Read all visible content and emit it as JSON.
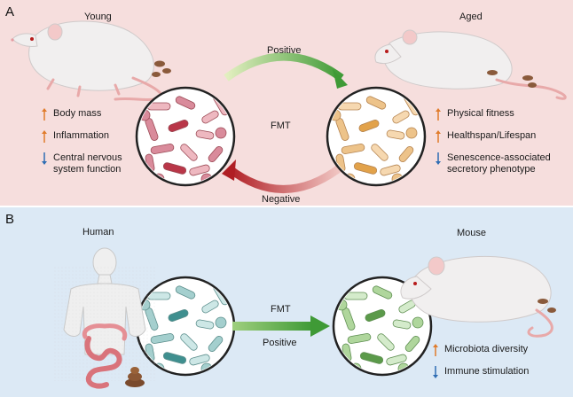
{
  "panel_a": {
    "letter": "A",
    "young_label": "Young",
    "aged_label": "Aged",
    "fmt_label": "FMT",
    "positive_label": "Positive",
    "negative_label": "Negative",
    "young_effects": [
      {
        "direction": "up",
        "lines": [
          "Body mass"
        ]
      },
      {
        "direction": "up",
        "lines": [
          "Inflammation"
        ]
      },
      {
        "direction": "down",
        "lines": [
          "Central nervous",
          "system function"
        ]
      }
    ],
    "aged_effects": [
      {
        "direction": "up",
        "lines": [
          "Physical fitness"
        ]
      },
      {
        "direction": "up",
        "lines": [
          "Healthspan/Lifespan"
        ]
      },
      {
        "direction": "down",
        "lines": [
          "Senescence-associated",
          "secretory phenotype"
        ]
      }
    ]
  },
  "panel_b": {
    "letter": "B",
    "human_label": "Human",
    "mouse_label": "Mouse",
    "fmt_label": "FMT",
    "positive_label": "Positive",
    "mouse_effects": [
      {
        "direction": "up",
        "lines": [
          "Microbiota diversity"
        ]
      },
      {
        "direction": "down",
        "lines": [
          "Immune stimulation"
        ]
      }
    ]
  },
  "colors": {
    "panel_a_bg": "#f6dedd",
    "panel_b_bg": "#dce9f5",
    "positive_arrow": "#5aa83c",
    "negative_arrow": "#b8262b",
    "up_arrow": "#e07b2a",
    "down_arrow": "#2f6db3"
  }
}
